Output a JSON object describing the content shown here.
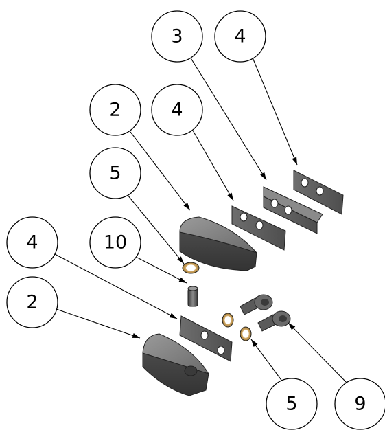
{
  "diagram": {
    "type": "exploded-assembly",
    "balloons": [
      {
        "id": "b-3-top",
        "label": "3"
      },
      {
        "id": "b-4-top",
        "label": "4"
      },
      {
        "id": "b-2-upper",
        "label": "2"
      },
      {
        "id": "b-4-mid",
        "label": "4"
      },
      {
        "id": "b-5-upper",
        "label": "5"
      },
      {
        "id": "b-10",
        "label": "10"
      },
      {
        "id": "b-4-left",
        "label": "4"
      },
      {
        "id": "b-2-lower",
        "label": "2"
      },
      {
        "id": "b-5-lower",
        "label": "5"
      },
      {
        "id": "b-9",
        "label": "9"
      }
    ],
    "colors": {
      "part_dark": "#4d4d4d",
      "part_mid": "#7a7a7a",
      "part_light": "#a8a8a8",
      "washer": "#c8a060",
      "line": "#000000"
    }
  }
}
